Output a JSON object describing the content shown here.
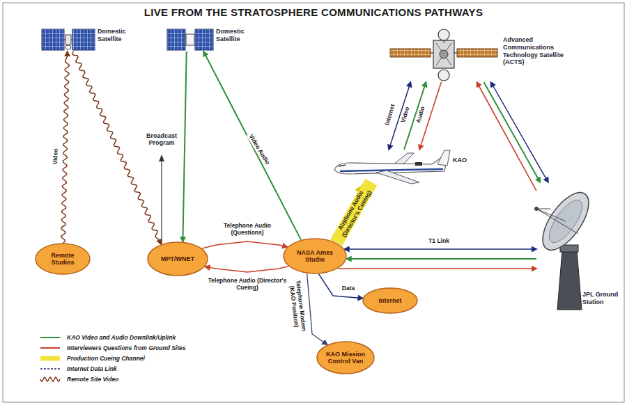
{
  "diagram": {
    "title": "LIVE FROM THE STRATOSPHERE COMMUNICATIONS PATHWAYS",
    "nodes": [
      {
        "text": [
          "Domestic Satellite"
        ]
      },
      {
        "text": [
          "Domestic Satellite"
        ]
      },
      {
        "text": [
          "Advanced Communications Technology Satellite (ACTS)"
        ]
      },
      {
        "text": [
          "KAO"
        ]
      },
      {
        "text": [
          "Remote Studios"
        ]
      },
      {
        "text": [
          "MPT/WNET"
        ]
      },
      {
        "text": [
          "NASA Ames Studio"
        ]
      },
      {
        "text": [
          "JPL Ground Station"
        ]
      },
      {
        "text": [
          "Internet"
        ]
      },
      {
        "text": [
          "KAO Mission Control Van"
        ]
      }
    ],
    "edges": [
      {
        "from": 4,
        "to": 0,
        "label": "Video",
        "arrow": "to"
      },
      {
        "from": 0,
        "to": 5,
        "arrow": "to"
      },
      {
        "from": 6,
        "to": 1,
        "label": "Video Audio",
        "arrow": "to"
      },
      {
        "from": 1,
        "to": 5,
        "arrow": "to"
      },
      {
        "from": 5,
        "to": 6,
        "label": "Telephone Audio (Questions)",
        "arrow": "to"
      },
      {
        "from": 6,
        "to": 5,
        "label": "Telephone Audio (Director's Cueing)",
        "arrow": "to"
      },
      {
        "from": 6,
        "to": 3,
        "label": "Airphone Audio (Director's Cueing)",
        "arrow": "to"
      },
      {
        "from": 3,
        "to": 2,
        "label": "Internet",
        "arrow": "both"
      },
      {
        "from": 3,
        "to": 2,
        "label": "Video",
        "arrow": "to"
      },
      {
        "from": 2,
        "to": 3,
        "label": "Audio",
        "arrow": "to"
      },
      {
        "from": 7,
        "to": 2,
        "arrow": "to"
      },
      {
        "from": 2,
        "to": 7,
        "arrow": "to"
      },
      {
        "from": 2,
        "to": 7,
        "arrow": "both"
      },
      {
        "from": 6,
        "to": 7,
        "label": "T1 Link",
        "arrow": "both"
      },
      {
        "from": 7,
        "to": 6,
        "arrow": "to"
      },
      {
        "from": 6,
        "to": 7,
        "arrow": "to"
      },
      {
        "from": 6,
        "to": 8,
        "label": "Data",
        "arrow": "to"
      },
      {
        "from": 6,
        "to": 9,
        "label": "Telephone Modem (KAO Position)",
        "arrow": "to"
      }
    ],
    "labels": [
      "Broadcast Program"
    ],
    "legend": [
      {
        "text": "KAO Video and Audio Downlink/Uplink"
      },
      {
        "text": "Interviewers Questions from Ground Sites"
      },
      {
        "text": "Production Cueing Channel"
      },
      {
        "text": "Internet Data Link"
      },
      {
        "text": "Remote Site Video"
      }
    ]
  }
}
